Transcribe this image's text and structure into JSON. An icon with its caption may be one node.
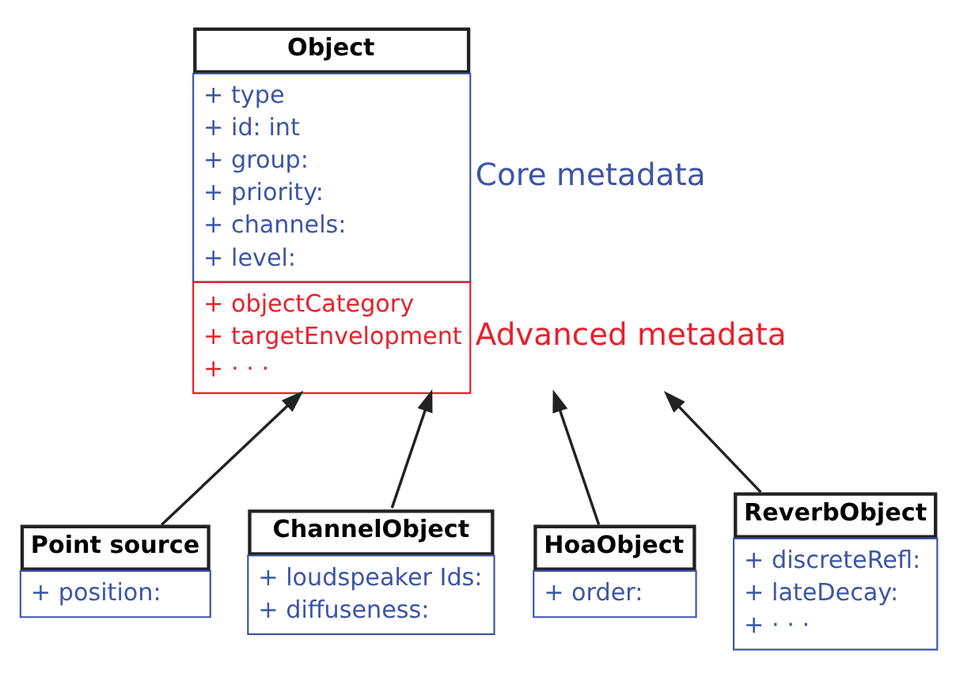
{
  "diagram": {
    "nodes": [
      {
        "text": [
          "Object",
          "+ type",
          "+ id: int",
          "+ group:",
          "+ priority:",
          "+ channels:",
          "+ level:",
          "+ objectCategory",
          "+ targetEnvelopment",
          "+ · · ·"
        ],
        "beside": [
          "Core metadata",
          "Advanced metadata"
        ]
      },
      {
        "text": [
          "Point source",
          "+ position:"
        ]
      },
      {
        "text": [
          "ChannelObject",
          "+ loudspeaker Ids:",
          "+ diffuseness:"
        ]
      },
      {
        "text": [
          "HoaObject",
          "+ order:"
        ]
      },
      {
        "text": [
          "ReverbObject",
          "+ discreteRefl:",
          "+ lateDecay:",
          "+ · · ·"
        ]
      }
    ],
    "edges": [
      {
        "from": 1,
        "to": 0,
        "arrow": "to"
      },
      {
        "from": 2,
        "to": 0,
        "arrow": "to"
      },
      {
        "from": 3,
        "to": 0,
        "arrow": "to"
      },
      {
        "from": 4,
        "to": 0,
        "arrow": "to"
      }
    ]
  }
}
